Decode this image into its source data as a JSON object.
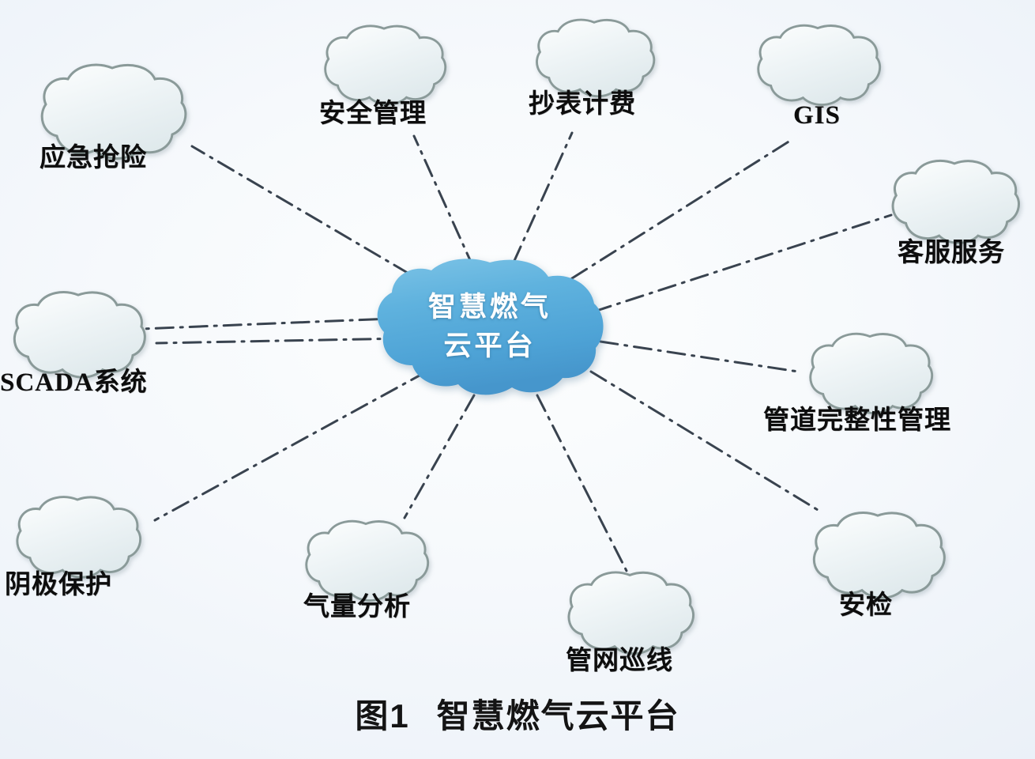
{
  "figure": {
    "caption_number": "图1",
    "caption_title": "智慧燃气云平台",
    "background_color": "#f3f7fc"
  },
  "center": {
    "name": "smart-gas-cloud-platform",
    "line1": "智慧燃气",
    "line2": "云平台",
    "fill_color": "#5cb0de",
    "text_color": "#ffffff"
  },
  "edge_style": {
    "color": "#39434f",
    "pattern": "dash-dot",
    "width": 3
  },
  "node_style": {
    "fill_color": "#eef4f6",
    "stroke_color": "#8a9a99",
    "label_color": "#0d0d0d"
  },
  "nodes": [
    {
      "id": "emergency-repair",
      "label": "应急抢险"
    },
    {
      "id": "safety-management",
      "label": "安全管理"
    },
    {
      "id": "meter-reading-billing",
      "label": "抄表计费"
    },
    {
      "id": "gis",
      "label": "GIS"
    },
    {
      "id": "customer-service",
      "label": "客服服务"
    },
    {
      "id": "pipeline-integrity",
      "label": "管道完整性管理"
    },
    {
      "id": "safety-inspection",
      "label": "安检"
    },
    {
      "id": "pipeline-patrol",
      "label": "管网巡线"
    },
    {
      "id": "gas-volume-analysis",
      "label": "气量分析"
    },
    {
      "id": "cathodic-protection",
      "label": "阴极保护"
    },
    {
      "id": "scada-system",
      "label": "SCADA系统"
    },
    {
      "id": "scada-system-dup",
      "label": "SCADA系统"
    }
  ]
}
